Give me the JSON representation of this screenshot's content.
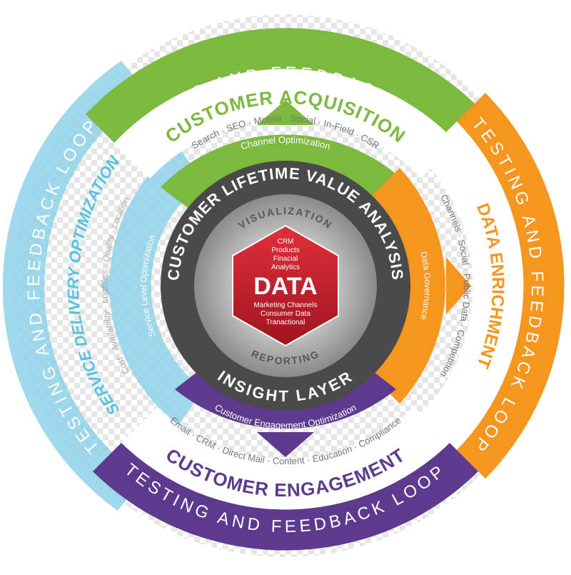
{
  "colors": {
    "green": "#7cb93f",
    "orange": "#f5961e",
    "purple": "#5e3a8e",
    "blue": "#8fd3e8",
    "blue_text": "#55c2e0",
    "dark_ring": "#4a4a4a",
    "hex_red": "#c8202d",
    "checker_light": "#ffffff",
    "checker_dark": "#e6e6e6"
  },
  "loops": {
    "top": "TESTING AND FEEDBACK LOOP",
    "right": "TESTING AND FEEDBACK LOOP",
    "bottom": "TESTING AND FEEDBACK LOOP",
    "left": "TESTING AND FEEDBACK LOOP"
  },
  "acquisition": {
    "title": "CUSTOMER ACQUISITION",
    "items": "Search · SEO · Mobile · Social · In-Field · CSR",
    "stage": "Channel Optimization"
  },
  "enrichment": {
    "title": "DATA ENRICHMENT",
    "items": "Channels · Social · Public Data · Competition",
    "stage": "Data Governance"
  },
  "engagement": {
    "title": "CUSTOMER ENGAGEMENT",
    "items": "Email · CRM · Direct Mail · Content · Education · Compliance",
    "stage": "Customer Engagement Optimization"
  },
  "delivery": {
    "title": "SERVICE DELIVERY OPTIMIZATION",
    "items": "Cost · Availability · Logistics · Quality · Location",
    "stage": "Service Level Optimization"
  },
  "core": {
    "clv": "CUSTOMER LIFETIME VALUE ANALYSIS",
    "insight": "INSIGHT LAYER",
    "visualization": "VISUALIZATION",
    "reporting": "REPORTING",
    "data_top": [
      "CRM",
      "Products",
      "Finacial",
      "Analytics"
    ],
    "data_title": "DATA",
    "data_bottom": [
      "Marketing Channels",
      "Consumer Data",
      "Tranactional"
    ]
  }
}
